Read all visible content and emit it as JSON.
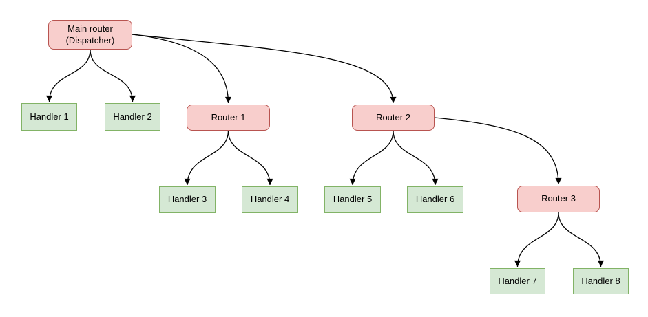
{
  "diagram": {
    "type": "routing-tree",
    "background": "#ffffff",
    "palette": {
      "router_fill": "#F8CECC",
      "router_stroke": "#B85450",
      "handler_fill": "#D5E8D4",
      "handler_stroke": "#82B366",
      "edge_color": "#000000",
      "text_color": "#000000"
    },
    "nodes": {
      "main_router": {
        "label": "Main router\n(Dispatcher)",
        "kind": "router"
      },
      "handler_1": {
        "label": "Handler 1",
        "kind": "handler"
      },
      "handler_2": {
        "label": "Handler 2",
        "kind": "handler"
      },
      "router_1": {
        "label": "Router 1",
        "kind": "router"
      },
      "router_2": {
        "label": "Router 2",
        "kind": "router"
      },
      "handler_3": {
        "label": "Handler 3",
        "kind": "handler"
      },
      "handler_4": {
        "label": "Handler 4",
        "kind": "handler"
      },
      "handler_5": {
        "label": "Handler 5",
        "kind": "handler"
      },
      "handler_6": {
        "label": "Handler 6",
        "kind": "handler"
      },
      "router_3": {
        "label": "Router 3",
        "kind": "router"
      },
      "handler_7": {
        "label": "Handler 7",
        "kind": "handler"
      },
      "handler_8": {
        "label": "Handler 8",
        "kind": "handler"
      }
    },
    "edges": [
      {
        "from": "main_router",
        "to": "handler_1"
      },
      {
        "from": "main_router",
        "to": "handler_2"
      },
      {
        "from": "main_router",
        "to": "router_1"
      },
      {
        "from": "main_router",
        "to": "router_2"
      },
      {
        "from": "router_1",
        "to": "handler_3"
      },
      {
        "from": "router_1",
        "to": "handler_4"
      },
      {
        "from": "router_2",
        "to": "handler_5"
      },
      {
        "from": "router_2",
        "to": "handler_6"
      },
      {
        "from": "router_2",
        "to": "router_3"
      },
      {
        "from": "router_3",
        "to": "handler_7"
      },
      {
        "from": "router_3",
        "to": "handler_8"
      }
    ]
  }
}
